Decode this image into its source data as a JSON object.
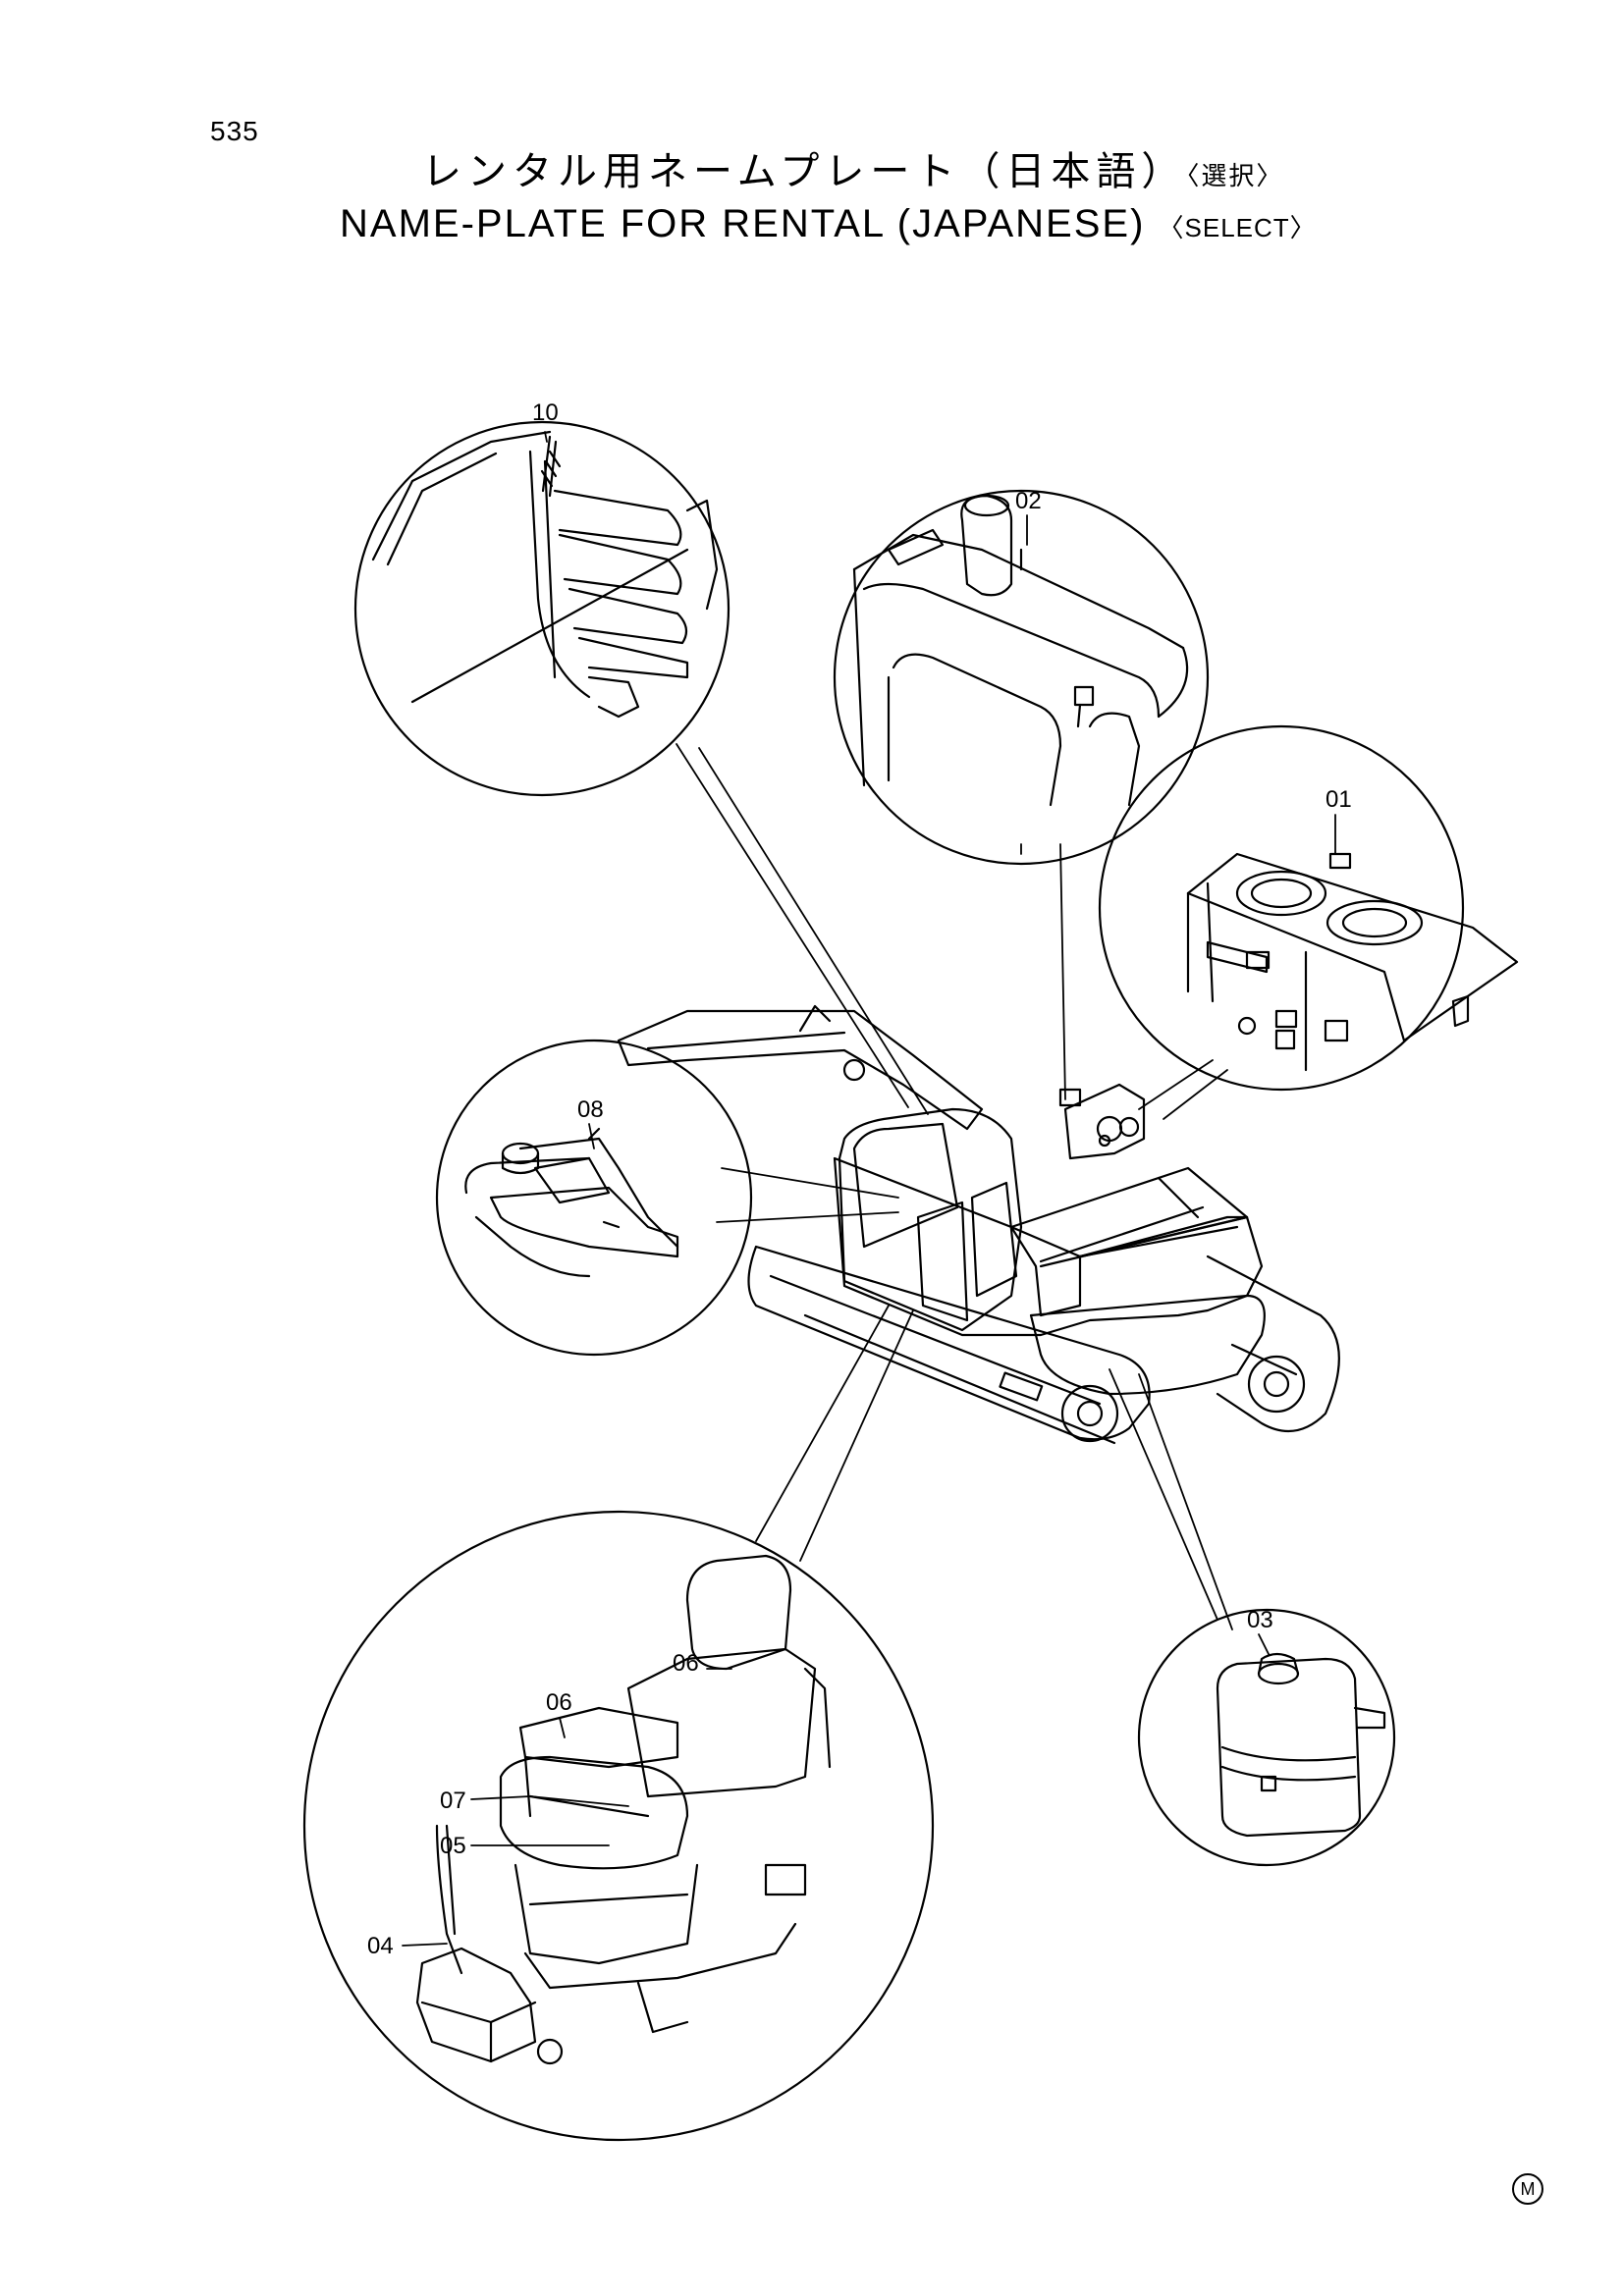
{
  "page": {
    "number": "535"
  },
  "title": {
    "japanese": "レンタル用ネームプレート（日本語）",
    "japanese_select": "〈選択〉",
    "english": "NAME-PLATE FOR RENTAL (JAPANESE)",
    "english_select": "〈SELECT〉"
  },
  "callouts": {
    "c10": "10",
    "c02": "02",
    "c01": "01",
    "c08": "08",
    "c03": "03",
    "c06a": "06",
    "c06b": "06",
    "c07": "07",
    "c05": "05",
    "c04": "04"
  },
  "footer": {
    "mark": "M"
  }
}
